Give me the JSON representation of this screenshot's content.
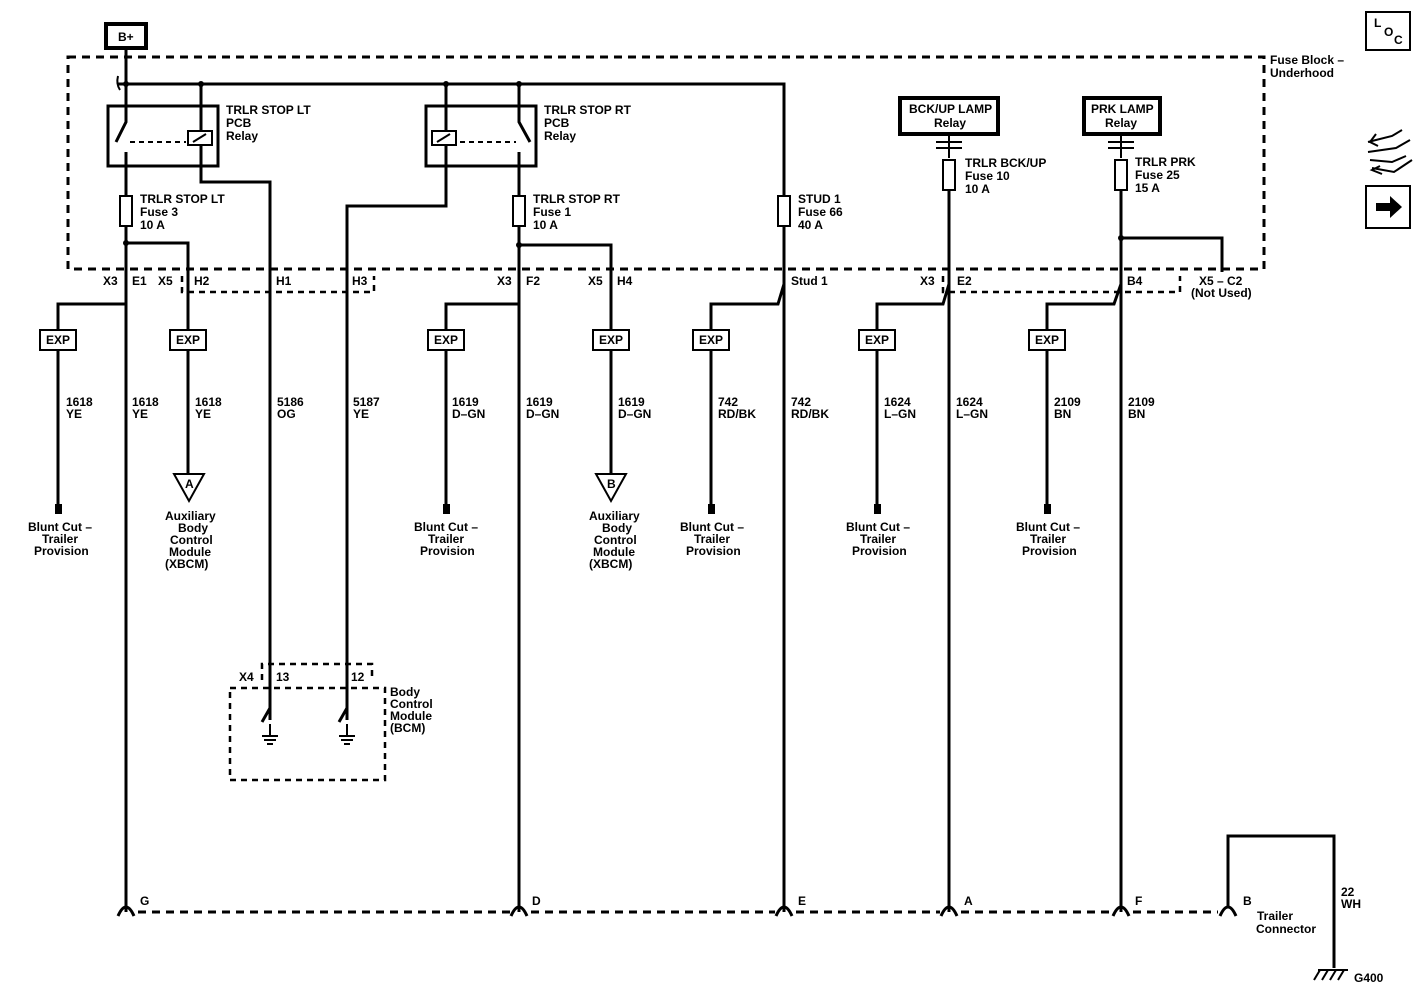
{
  "power": {
    "source": "B+"
  },
  "fuse_block": {
    "label_line1": "Fuse Block –",
    "label_line2": "Underhood"
  },
  "loc_icon": {
    "l": "L",
    "o": "O",
    "c": "C"
  },
  "relays": {
    "stop_lt": {
      "line1": "TRLR STOP LT",
      "line2": "PCB",
      "line3": "Relay"
    },
    "stop_rt": {
      "line1": "TRLR STOP RT",
      "line2": "PCB",
      "line3": "Relay"
    },
    "bckup": {
      "line1": "BCK/UP LAMP",
      "line2": "Relay"
    },
    "prk": {
      "line1": "PRK LAMP",
      "line2": "Relay"
    }
  },
  "fuses": {
    "stop_lt": {
      "line1": "TRLR STOP LT",
      "line2": "Fuse 3",
      "line3": "10 A"
    },
    "stop_rt": {
      "line1": "TRLR STOP RT",
      "line2": "Fuse 1",
      "line3": "10 A"
    },
    "stud1": {
      "line1": "STUD 1",
      "line2": "Fuse 66",
      "line3": "40 A"
    },
    "bckup": {
      "line1": "TRLR BCK/UP",
      "line2": "Fuse 10",
      "line3": "10 A"
    },
    "prk": {
      "line1": "TRLR PRK",
      "line2": "Fuse 25",
      "line3": "15 A"
    }
  },
  "pins": {
    "x3_1": "X3",
    "e1": "E1",
    "x5_1": "X5",
    "h2": "H2",
    "h1": "H1",
    "h3": "H3",
    "x3_2": "X3",
    "f2": "F2",
    "x5_2": "X5",
    "h4": "H4",
    "stud1": "Stud 1",
    "x3_3": "X3",
    "e2": "E2",
    "b4": "B4",
    "x5c2": "X5 – C2",
    "not_used": "(Not Used)"
  },
  "exp_label": "EXP",
  "wires": [
    {
      "num": "1618",
      "color": "YE"
    },
    {
      "num": "1618",
      "color": "YE"
    },
    {
      "num": "1618",
      "color": "YE"
    },
    {
      "num": "5186",
      "color": "OG"
    },
    {
      "num": "5187",
      "color": "YE"
    },
    {
      "num": "1619",
      "color": "D–GN"
    },
    {
      "num": "1619",
      "color": "D–GN"
    },
    {
      "num": "1619",
      "color": "D–GN"
    },
    {
      "num": "742",
      "color": "RD/BK"
    },
    {
      "num": "742",
      "color": "RD/BK"
    },
    {
      "num": "1624",
      "color": "L–GN"
    },
    {
      "num": "1624",
      "color": "L–GN"
    },
    {
      "num": "2109",
      "color": "BN"
    },
    {
      "num": "2109",
      "color": "BN"
    },
    {
      "num": "22",
      "color": "WH"
    }
  ],
  "blunt_cut": {
    "line1": "Blunt Cut –",
    "line2": "Trailer",
    "line3": "Provision"
  },
  "xbcm": {
    "a": "A",
    "b": "B",
    "line1": "Auxiliary",
    "line2": "Body",
    "line3": "Control",
    "line4": "Module",
    "line5": "(XBCM)"
  },
  "bcm": {
    "x4": "X4",
    "pin13": "13",
    "pin12": "12",
    "line1": "Body",
    "line2": "Control",
    "line3": "Module",
    "line4": "(BCM)"
  },
  "trailer_connector": {
    "pins": [
      "G",
      "D",
      "E",
      "A",
      "F",
      "B"
    ],
    "line1": "Trailer",
    "line2": "Connector"
  },
  "ground": {
    "label": "G400"
  }
}
